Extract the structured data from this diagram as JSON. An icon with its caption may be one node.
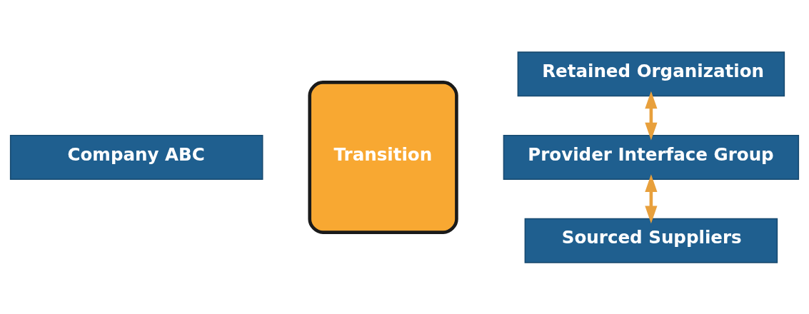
{
  "diagram": {
    "nodes": [
      {
        "text": [
          "Company ABC"
        ]
      },
      {
        "text": [
          "Transition"
        ]
      },
      {
        "text": [
          "Retained Organization"
        ]
      },
      {
        "text": [
          "Provider Interface Group"
        ]
      },
      {
        "text": [
          "Sourced Suppliers"
        ]
      }
    ],
    "edges": [
      {
        "from": 2,
        "to": 3,
        "arrow": "both"
      },
      {
        "from": 3,
        "to": 4,
        "arrow": "both"
      }
    ]
  }
}
